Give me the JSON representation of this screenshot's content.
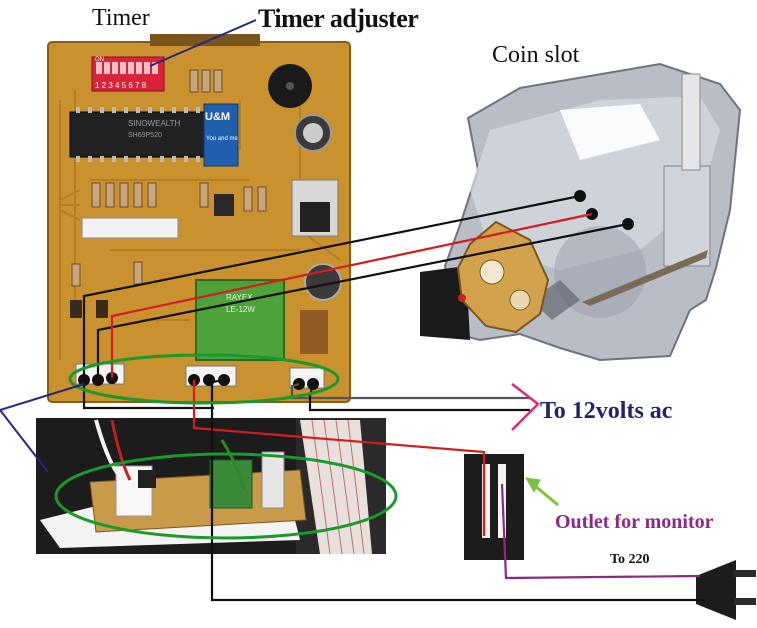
{
  "labels": {
    "timer": "Timer",
    "timer_adjuster": "Timer adjuster",
    "coin_slot": "Coin slot",
    "to_12volts": "To 12volts ac",
    "outlet": "Outlet for monitor",
    "to_220": "To 220"
  },
  "pcb_markings": {
    "dip_on": "ON",
    "dip_numbers": "1 2 3 4 5 6 7 8",
    "mcu_brand": "SINOWEALTH",
    "mcu_part": "SH69P520",
    "logo_title": "U&M",
    "logo_sub": "You and me",
    "relay_brand": "RAYEX",
    "relay_part": "LE-12W"
  },
  "colors": {
    "pcb": "#c9922e",
    "label_blue": "#22226e",
    "label_purple": "#8a2a86",
    "wire_red": "#d41c1c",
    "wire_black": "#111111",
    "ellipse_green": "#1a9a2a",
    "arrow_pink": "#e0287a",
    "pointer_navy": "#262680",
    "arrow_green": "#7ac142"
  }
}
